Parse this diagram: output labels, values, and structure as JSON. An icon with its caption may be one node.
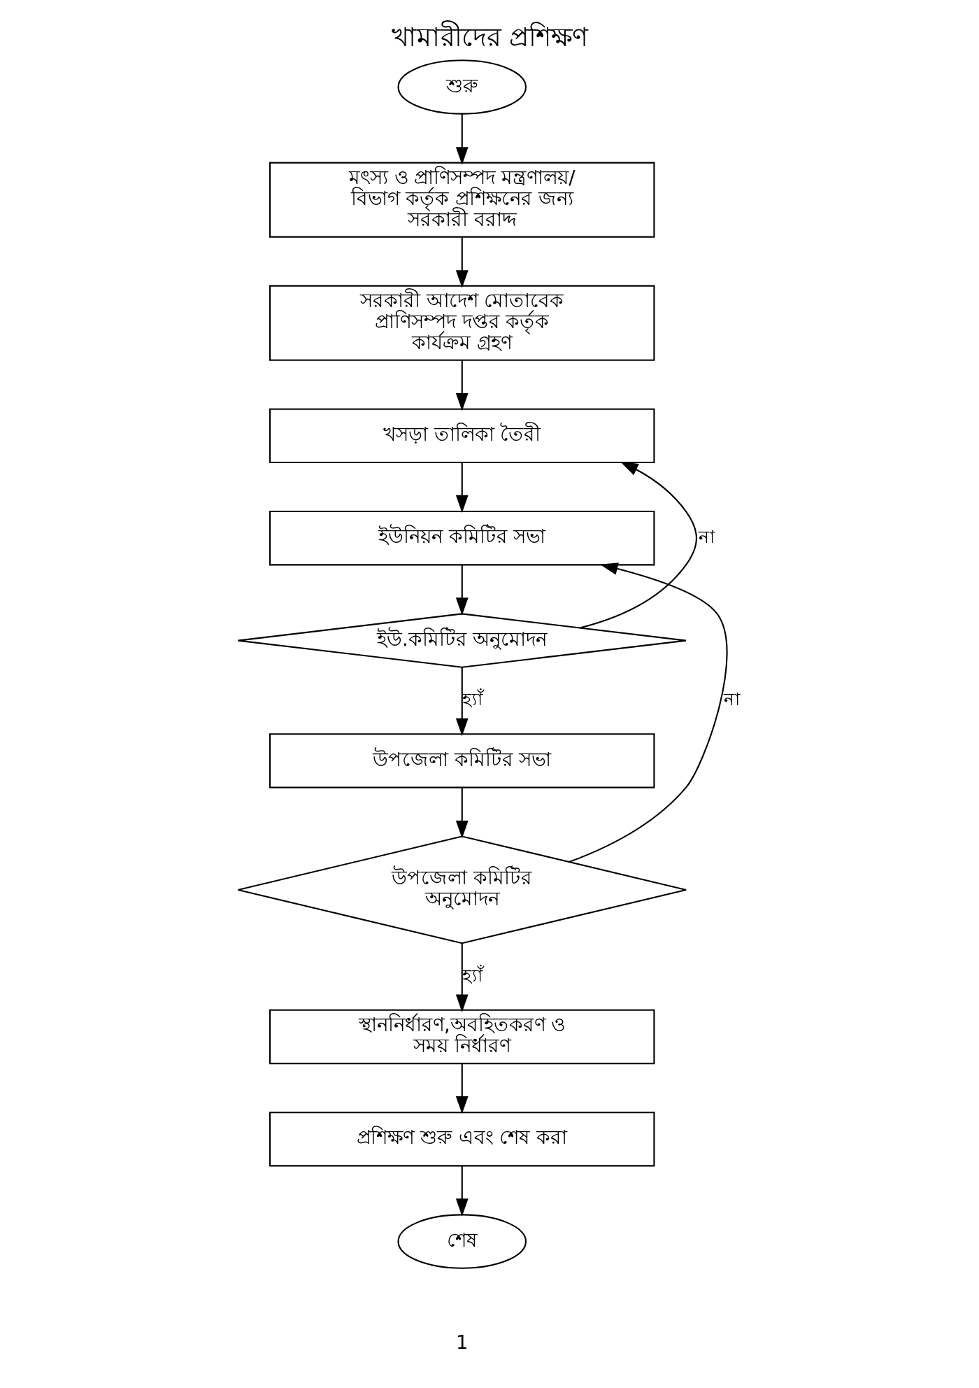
{
  "diagram": {
    "title": "খামারীদের প্রশিক্ষণ",
    "nodes": [
      {
        "text": [
          "শুরু"
        ]
      },
      {
        "text": [
          "মৎস্য ও প্রাণিসম্পদ মন্ত্রণালয়/ বিভাগ কর্তৃক প্রশিক্ষনের জন্য সরকারী বরাদ্দ"
        ]
      },
      {
        "text": [
          "সরকারী আদেশ মোতাবেক প্রাণিসম্পদ দপ্তর কর্তৃক কার্যক্রম গ্রহণ"
        ]
      },
      {
        "text": [
          "খসড়া তালিকা তৈরী"
        ]
      },
      {
        "text": [
          "ইউনিয়ন কমিটির সভা"
        ]
      },
      {
        "text": [
          "ইউ.কমিটির অনুমোদন"
        ]
      },
      {
        "text": [
          "উপজেলা কমিটির সভা"
        ]
      },
      {
        "text": [
          "উপজেলা কমিটির অনুমোদন"
        ]
      },
      {
        "text": [
          "স্থাননির্ধারণ,অবহিতকরণ ও সময় নির্ধারণ"
        ]
      },
      {
        "text": [
          "প্রশিক্ষণ শুরু এবং শেষ করা"
        ]
      },
      {
        "text": [
          "শেষ"
        ]
      }
    ],
    "edges": [
      {
        "from": 0,
        "to": 1,
        "arrow": "to"
      },
      {
        "from": 1,
        "to": 2,
        "arrow": "to"
      },
      {
        "from": 2,
        "to": 3,
        "arrow": "to"
      },
      {
        "from": 3,
        "to": 4,
        "arrow": "to"
      },
      {
        "from": 4,
        "to": 5,
        "arrow": "to"
      },
      {
        "from": 5,
        "to": 6,
        "arrow": "to",
        "label": "হ্যাঁ"
      },
      {
        "from": 5,
        "to": 3,
        "arrow": "to",
        "label": "না"
      },
      {
        "from": 6,
        "to": 7,
        "arrow": "to"
      },
      {
        "from": 7,
        "to": 4,
        "arrow": "to",
        "label": "না"
      },
      {
        "from": 7,
        "to": 8,
        "arrow": "to",
        "label": "হ্যাঁ"
      },
      {
        "from": 8,
        "to": 9,
        "arrow": "to"
      },
      {
        "from": 9,
        "to": 10,
        "arrow": "to"
      }
    ],
    "labels": [
      "1"
    ]
  }
}
